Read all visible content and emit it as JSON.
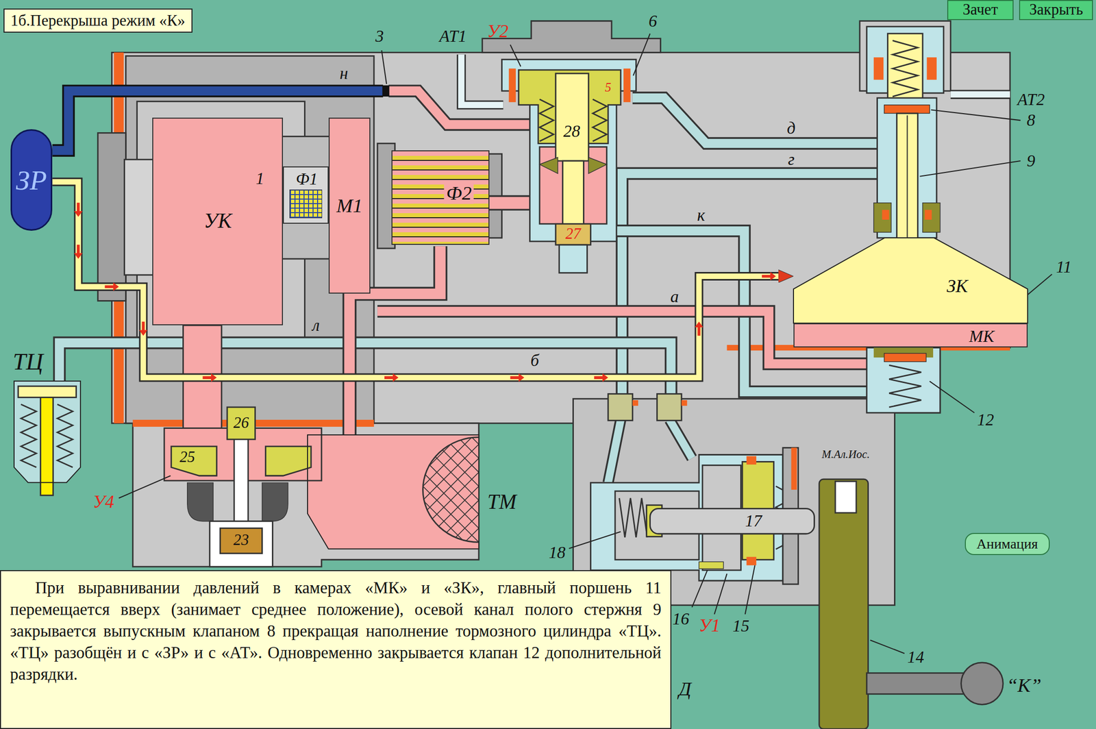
{
  "diagram": {
    "title": "1б.Перекрыша режим «К»",
    "caption": "При выравнивании давлений в камерах «МК» и «ЗК», главный поршень 11 перемещается вверх (занимает среднее положение), осевой канал полого стержня 9 закрывается выпускным клапаном 8 прекращая наполнение тормозного цилиндра «ТЦ». «ТЦ» разобщён и с «ЗР» и с «АТ». Одновременно закрывается клапан 12 дополнительной разрядки.",
    "nodes": [
      {
        "text": [
          "Зачет"
        ]
      },
      {
        "text": [
          "Закрыть"
        ]
      },
      {
        "text": [
          "ЗР"
        ]
      },
      {
        "text": [
          "УК"
        ]
      },
      {
        "text": [
          "Ф1"
        ]
      },
      {
        "text": [
          "М1"
        ]
      },
      {
        "text": [
          "Ф2"
        ]
      },
      {
        "text": [
          "ЗК"
        ]
      },
      {
        "text": [
          "МК"
        ]
      },
      {
        "text": [
          "ТЦ"
        ]
      },
      {
        "text": [
          "ТМ"
        ]
      },
      {
        "text": [
          "Анимация"
        ]
      }
    ],
    "edges": [
      {
        "from": 2,
        "to": 7,
        "label": "б",
        "arrow": "to"
      }
    ],
    "labels": [
      "н",
      "3",
      "АТ1",
      "У2",
      "6",
      "5",
      "28",
      "27",
      "д",
      "г",
      "к",
      "а",
      "л",
      "АТ2",
      "8",
      "9",
      "11",
      "12",
      "1",
      "26",
      "25",
      "У4",
      "23",
      "М.Ал.Иос.",
      "17",
      "18",
      "16",
      "У1",
      "15",
      "14",
      "“К”",
      "Д"
    ]
  }
}
